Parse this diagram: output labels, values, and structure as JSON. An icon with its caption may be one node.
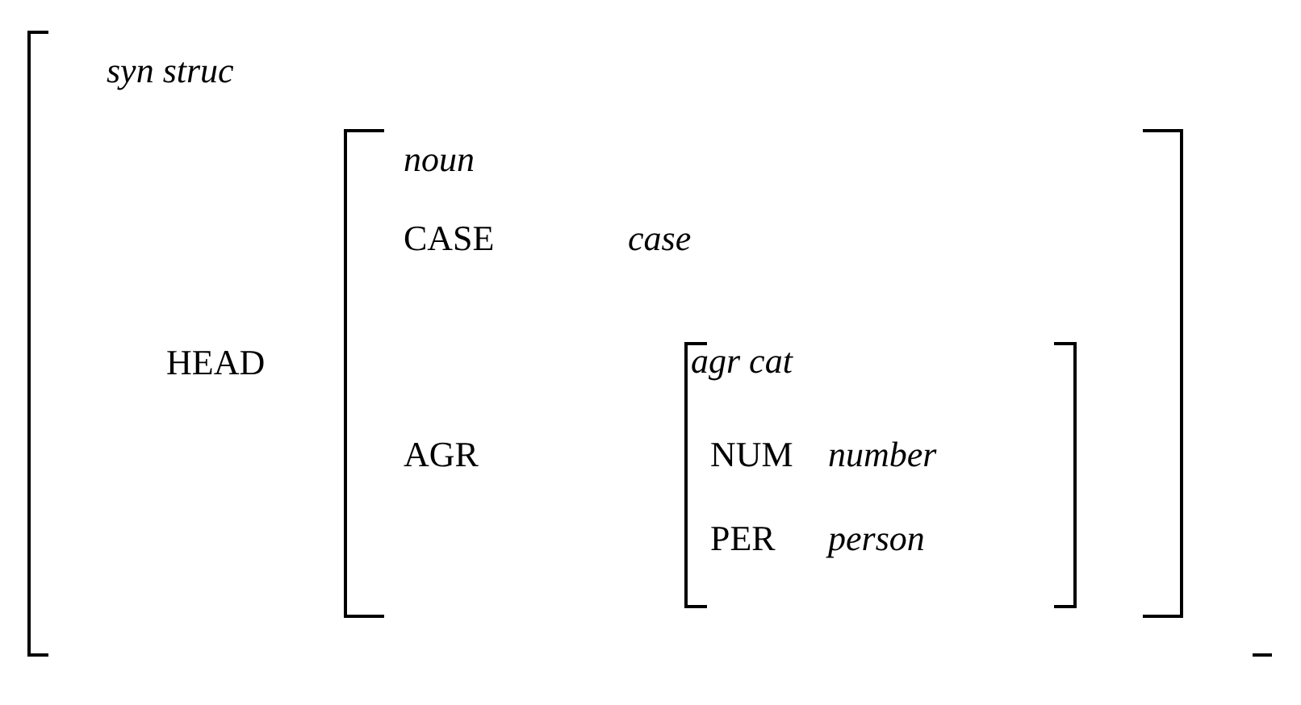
{
  "diagram": {
    "nodes": [
      {
        "text": [
          "syn struc",
          "HEAD"
        ]
      },
      {
        "text": [
          "noun",
          "CASE",
          "case",
          "AGR"
        ],
        "in": 0
      },
      {
        "text": [
          "agr cat",
          "NUM",
          "number",
          "PER",
          "person"
        ],
        "in": 1
      }
    ]
  }
}
